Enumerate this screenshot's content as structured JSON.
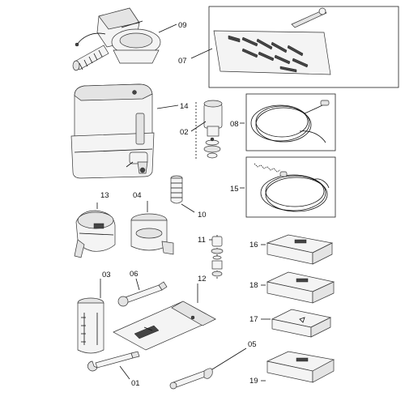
{
  "callouts": {
    "p01": "01",
    "p02": "02",
    "p03": "03",
    "p04": "04",
    "p05": "05",
    "p06": "06",
    "p07": "07",
    "p08": "08",
    "p09": "09",
    "p10": "10",
    "p11": "11",
    "p12": "12",
    "p13": "13",
    "p14": "14",
    "p15": "15",
    "p16": "16",
    "p17": "17",
    "p18": "18",
    "p19": "19"
  }
}
